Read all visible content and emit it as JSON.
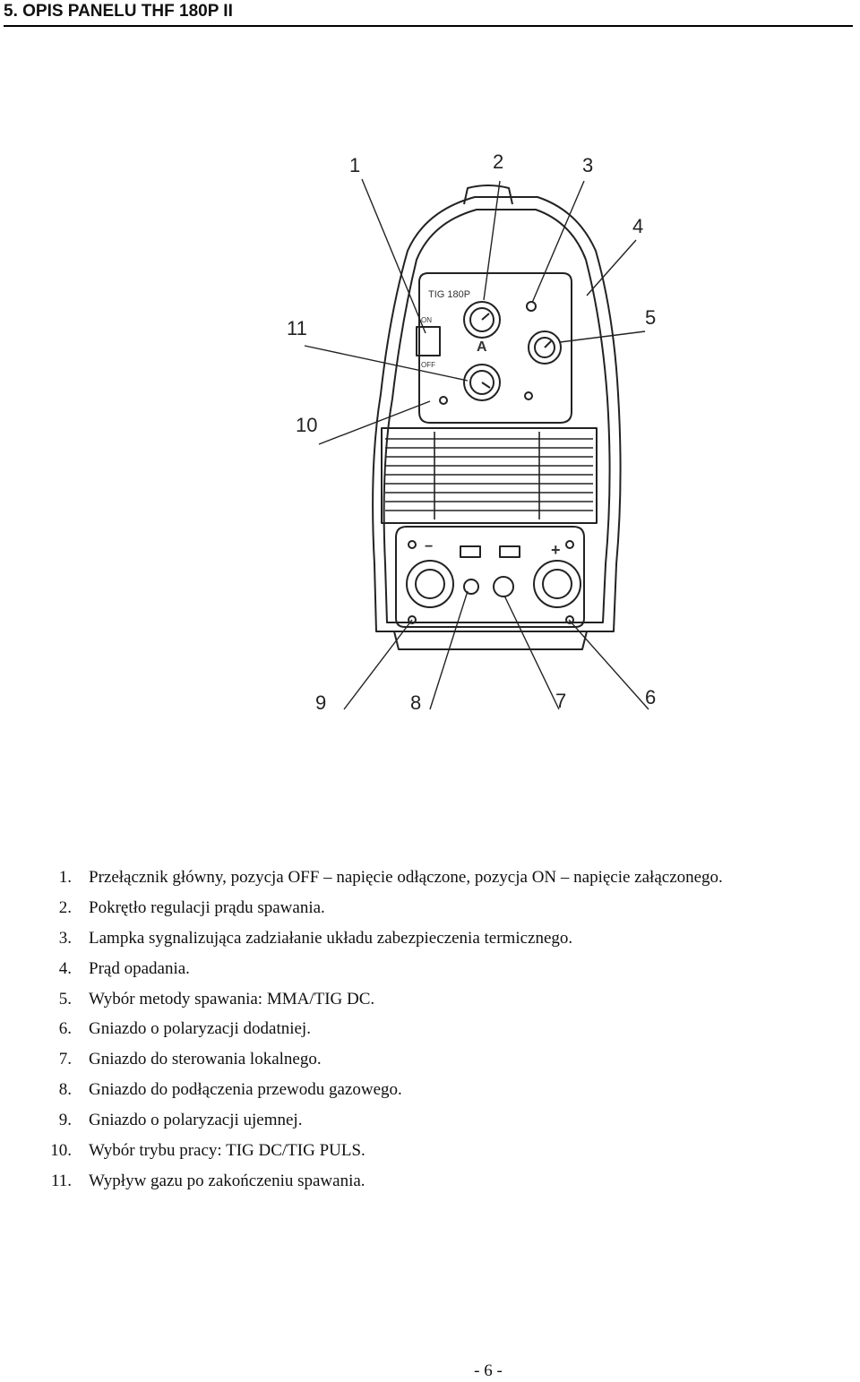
{
  "document": {
    "heading": "5. OPIS PANELU THF 180P II",
    "figure": {
      "model_label": "TIG 180P",
      "switch_on": "ON",
      "switch_off": "OFF",
      "knob_letter": "A",
      "callouts": [
        "1",
        "2",
        "3",
        "4",
        "5",
        "6",
        "7",
        "8",
        "9",
        "10",
        "11"
      ]
    },
    "items": [
      {
        "num": "1.",
        "text": "Przełącznik główny, pozycja OFF – napięcie odłączone, pozycja ON – napięcie załączonego."
      },
      {
        "num": "2.",
        "text": "Pokrętło regulacji prądu spawania."
      },
      {
        "num": "3.",
        "text": "Lampka sygnalizująca zadziałanie układu zabezpieczenia termicznego."
      },
      {
        "num": "4.",
        "text": "Prąd opadania."
      },
      {
        "num": "5.",
        "text": "Wybór metody spawania: MMA/TIG DC."
      },
      {
        "num": "6.",
        "text": "Gniazdo o polaryzacji dodatniej."
      },
      {
        "num": "7.",
        "text": "Gniazdo do sterowania lokalnego."
      },
      {
        "num": "8.",
        "text": "Gniazdo do podłączenia przewodu gazowego."
      },
      {
        "num": "9.",
        "text": "Gniazdo o polaryzacji ujemnej."
      },
      {
        "num": "10.",
        "text": "Wybór trybu pracy: TIG DC/TIG PULS."
      },
      {
        "num": "11.",
        "text": "Wypływ gazu po zakończeniu spawania."
      }
    ],
    "page_number": "- 6 -"
  }
}
